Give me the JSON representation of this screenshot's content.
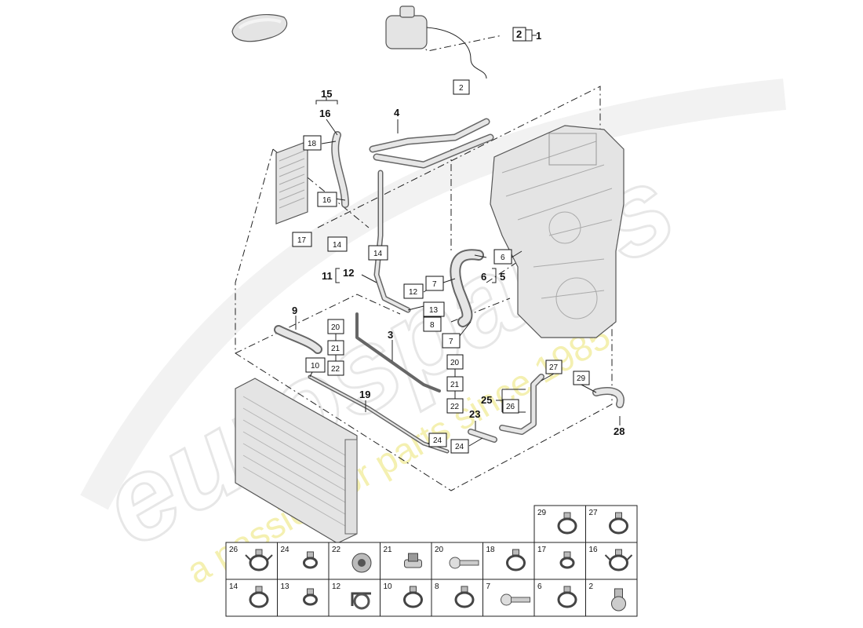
{
  "watermark": {
    "brand": "eurospares",
    "tagline": "a passion for parts since 1985"
  },
  "callouts": [
    {
      "id": "1",
      "text": "1"
    },
    {
      "id": "2a",
      "text": "2"
    },
    {
      "id": "2b",
      "text": "2"
    },
    {
      "id": "3",
      "text": "3"
    },
    {
      "id": "4",
      "text": "4"
    },
    {
      "id": "5",
      "text": "5"
    },
    {
      "id": "6a",
      "text": "6"
    },
    {
      "id": "6b",
      "text": "6"
    },
    {
      "id": "7a",
      "text": "7"
    },
    {
      "id": "7b",
      "text": "7"
    },
    {
      "id": "8",
      "text": "8"
    },
    {
      "id": "9",
      "text": "9"
    },
    {
      "id": "10",
      "text": "10"
    },
    {
      "id": "11",
      "text": "11"
    },
    {
      "id": "12a",
      "text": "12"
    },
    {
      "id": "12b",
      "text": "12"
    },
    {
      "id": "13",
      "text": "13"
    },
    {
      "id": "14a",
      "text": "14"
    },
    {
      "id": "14b",
      "text": "14"
    },
    {
      "id": "15",
      "text": "15"
    },
    {
      "id": "16a",
      "text": "16"
    },
    {
      "id": "16b",
      "text": "16"
    },
    {
      "id": "17",
      "text": "17"
    },
    {
      "id": "18",
      "text": "18"
    },
    {
      "id": "19",
      "text": "19"
    },
    {
      "id": "20a",
      "text": "20"
    },
    {
      "id": "20b",
      "text": "20"
    },
    {
      "id": "21a",
      "text": "21"
    },
    {
      "id": "21b",
      "text": "21"
    },
    {
      "id": "22a",
      "text": "22"
    },
    {
      "id": "22b",
      "text": "22"
    },
    {
      "id": "23",
      "text": "23"
    },
    {
      "id": "24a",
      "text": "24"
    },
    {
      "id": "24b",
      "text": "24"
    },
    {
      "id": "25",
      "text": "25"
    },
    {
      "id": "26",
      "text": "26"
    },
    {
      "id": "27",
      "text": "27"
    },
    {
      "id": "28",
      "text": "28"
    },
    {
      "id": "29",
      "text": "29"
    }
  ],
  "index_table": {
    "row1": [
      {
        "num": "29",
        "icon": "hose-clamp-icon"
      },
      {
        "num": "27",
        "icon": "hose-clamp-icon"
      }
    ],
    "row2": [
      {
        "num": "26",
        "icon": "spring-clamp-icon"
      },
      {
        "num": "24",
        "icon": "small-clamp-icon"
      },
      {
        "num": "22",
        "icon": "grommet-icon"
      },
      {
        "num": "21",
        "icon": "rivet-nut-icon"
      },
      {
        "num": "20",
        "icon": "bolt-icon"
      },
      {
        "num": "18",
        "icon": "hose-clamp-icon"
      },
      {
        "num": "17",
        "icon": "small-clamp-icon"
      },
      {
        "num": "16",
        "icon": "spring-clamp-icon"
      }
    ],
    "row3": [
      {
        "num": "14",
        "icon": "hose-clamp-icon"
      },
      {
        "num": "13",
        "icon": "small-clamp-icon"
      },
      {
        "num": "12",
        "icon": "bracket-clip-icon"
      },
      {
        "num": "10",
        "icon": "hose-clamp-icon"
      },
      {
        "num": "8",
        "icon": "hose-clamp-icon"
      },
      {
        "num": "7",
        "icon": "screw-icon"
      },
      {
        "num": "6",
        "icon": "hose-clamp-icon"
      },
      {
        "num": "2",
        "icon": "connector-icon"
      }
    ]
  }
}
